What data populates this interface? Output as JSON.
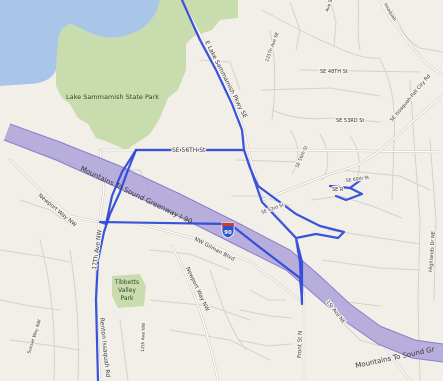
{
  "colors": {
    "water": "#a9c6e8",
    "park": "#c9dcae",
    "background": "#f2efe9",
    "freeway_fill": "#a79ed8",
    "freeway_edge": "#8a7fcf",
    "route": "#2a45d9",
    "shield_blue": "#2f54c8",
    "shield_red": "#d23a2f"
  },
  "map": {
    "park_label": "Lake Sammamish State Park",
    "park2_label": [
      "Tibbetts",
      "Valley",
      "Park"
    ],
    "shield_number": "90",
    "labels": {
      "e_lake_sammamish": "E Lake Sammamish Pkwy SE",
      "se_56th": "SE 56TH St",
      "mountains_to_sound_1": "Mountains To Sound Greenway I-90",
      "mountains_to_sound_2": "Mountains To Sound Gr",
      "newport_way_nw_1": "Newport Way NW",
      "newport_way_nw_2": "Newport Way NW",
      "nw_gilman": "NW Gilman Blvd",
      "17th_ave": "17Th Ave NW",
      "renton_issaquah": "Renton Issaquah Rd",
      "12th_ave": "12th Ave NW",
      "sunset_way": "Sunset Way NW",
      "front_st": "Front St N",
      "1st_ave_ne": "1St Ave NE",
      "se_48th": "SE 48TH St",
      "se_53rd": "SE 53RD St",
      "se_60th": "SE 60th St",
      "se_63rd": "SE 63rd St",
      "se_r": "SE R",
      "se_56th_st_v": "SE 56th St",
      "issaquah_fall": "SE Issaquah-Fall City Rd",
      "highlands": "Highlands Dr NE",
      "225th": "225Th Ave SE",
      "ave_se_top": "Ave SE",
      "issaquah_top": "Issaquah"
    }
  }
}
